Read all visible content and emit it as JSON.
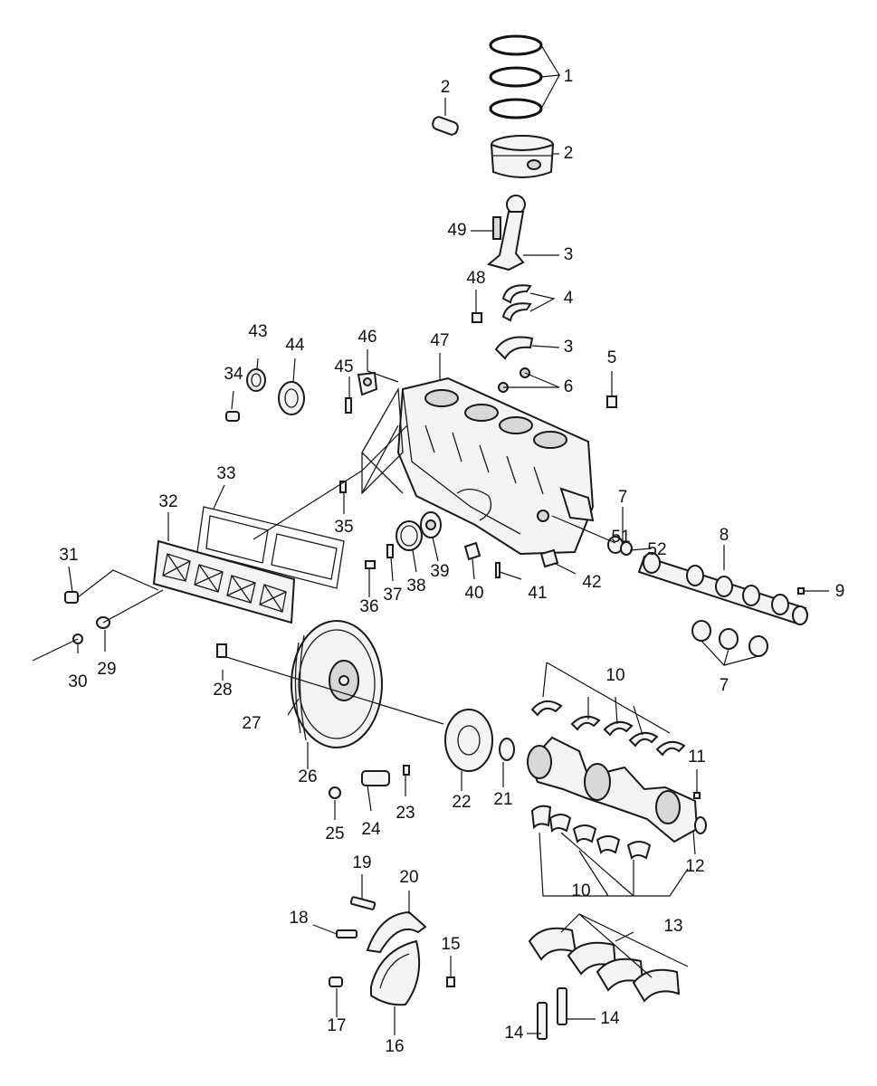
{
  "callouts": [
    {
      "id": "c1",
      "text": "1"
    },
    {
      "id": "c2a",
      "text": "2"
    },
    {
      "id": "c2b",
      "text": "2"
    },
    {
      "id": "c3a",
      "text": "3"
    },
    {
      "id": "c3b",
      "text": "3"
    },
    {
      "id": "c4",
      "text": "4"
    },
    {
      "id": "c5",
      "text": "5"
    },
    {
      "id": "c6",
      "text": "6"
    },
    {
      "id": "c7a",
      "text": "7"
    },
    {
      "id": "c7b",
      "text": "7"
    },
    {
      "id": "c8",
      "text": "8"
    },
    {
      "id": "c9",
      "text": "9"
    },
    {
      "id": "c10a",
      "text": "10"
    },
    {
      "id": "c10b",
      "text": "10"
    },
    {
      "id": "c11",
      "text": "11"
    },
    {
      "id": "c12",
      "text": "12"
    },
    {
      "id": "c13",
      "text": "13"
    },
    {
      "id": "c14a",
      "text": "14"
    },
    {
      "id": "c14b",
      "text": "14"
    },
    {
      "id": "c15",
      "text": "15"
    },
    {
      "id": "c16",
      "text": "16"
    },
    {
      "id": "c17",
      "text": "17"
    },
    {
      "id": "c18",
      "text": "18"
    },
    {
      "id": "c19",
      "text": "19"
    },
    {
      "id": "c20",
      "text": "20"
    },
    {
      "id": "c21",
      "text": "21"
    },
    {
      "id": "c22",
      "text": "22"
    },
    {
      "id": "c23",
      "text": "23"
    },
    {
      "id": "c24",
      "text": "24"
    },
    {
      "id": "c25",
      "text": "25"
    },
    {
      "id": "c26",
      "text": "26"
    },
    {
      "id": "c27",
      "text": "27"
    },
    {
      "id": "c28",
      "text": "28"
    },
    {
      "id": "c29",
      "text": "29"
    },
    {
      "id": "c30",
      "text": "30"
    },
    {
      "id": "c31",
      "text": "31"
    },
    {
      "id": "c32",
      "text": "32"
    },
    {
      "id": "c33",
      "text": "33"
    },
    {
      "id": "c34",
      "text": "34"
    },
    {
      "id": "c35",
      "text": "35"
    },
    {
      "id": "c36",
      "text": "36"
    },
    {
      "id": "c37",
      "text": "37"
    },
    {
      "id": "c38",
      "text": "38"
    },
    {
      "id": "c39",
      "text": "39"
    },
    {
      "id": "c40",
      "text": "40"
    },
    {
      "id": "c41",
      "text": "41"
    },
    {
      "id": "c42",
      "text": "42"
    },
    {
      "id": "c43",
      "text": "43"
    },
    {
      "id": "c44",
      "text": "44"
    },
    {
      "id": "c45",
      "text": "45"
    },
    {
      "id": "c46",
      "text": "46"
    },
    {
      "id": "c47",
      "text": "47"
    },
    {
      "id": "c48",
      "text": "48"
    },
    {
      "id": "c49",
      "text": "49"
    },
    {
      "id": "c51",
      "text": "51"
    },
    {
      "id": "c52",
      "text": "52"
    }
  ]
}
